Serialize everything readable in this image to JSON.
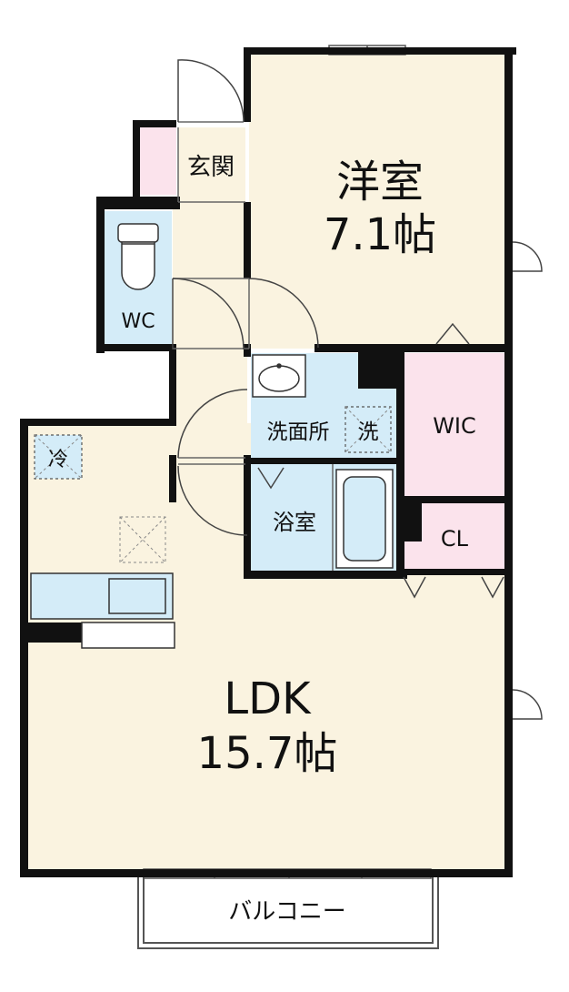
{
  "rooms": {
    "western": {
      "name": "洋室",
      "size": "7.1帖"
    },
    "ldk": {
      "name": "LDK",
      "size": "15.7帖"
    },
    "entrance": {
      "name": "玄関"
    },
    "wc": {
      "name": "WC"
    },
    "washroom": {
      "name": "洗面所"
    },
    "washer": {
      "name": "洗"
    },
    "bath": {
      "name": "浴室"
    },
    "wic": {
      "name": "WIC"
    },
    "closet": {
      "name": "CL"
    },
    "fridge": {
      "name": "冷"
    },
    "balcony": {
      "name": "バルコニー"
    }
  },
  "colors": {
    "floor": "#faf3e0",
    "wet_area": "#d4ecf8",
    "storage": "#fbe3ec",
    "wall": "#111111",
    "background": "#ffffff"
  },
  "icons": [
    "toilet-icon",
    "sink-icon",
    "bathtub-icon",
    "kitchen-counter-icon",
    "door-swing-icon",
    "window-icon"
  ]
}
